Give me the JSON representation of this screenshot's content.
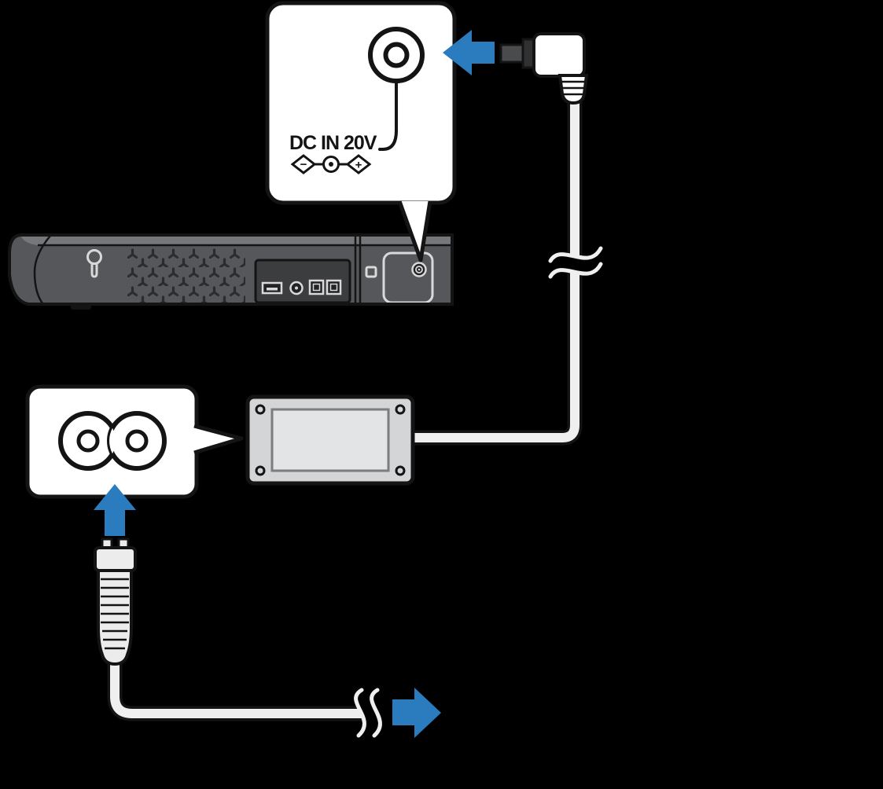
{
  "diagram_title": "soundbar-power-connection",
  "colors": {
    "page_background": "#000000",
    "accent_blue": "#2B7CBE",
    "outline": "#141414",
    "device_gray": "#55575A",
    "device_top": "#75777A",
    "panel_gray": "#3C3D3F",
    "adapter_gray": "#D4D5D7",
    "adapter_label": "#E3E4E6",
    "cable_fill": "#EFEFEF",
    "port_detail": "#D9D9D9"
  },
  "dc_callout": {
    "label": "DC IN 20V",
    "polarity_minus": "−",
    "polarity_plus": "+"
  },
  "icons": {
    "dc_plug_arrow": "arrow-left",
    "ac_plug_arrow": "arrow-up",
    "cord_continue_arrow": "arrow-right",
    "cable_break": "tilde-break",
    "keyhole": "wall-mount-keyhole",
    "ac_inlet": "figure-8-c7-inlet",
    "dc_port": "dc-in-jack"
  }
}
